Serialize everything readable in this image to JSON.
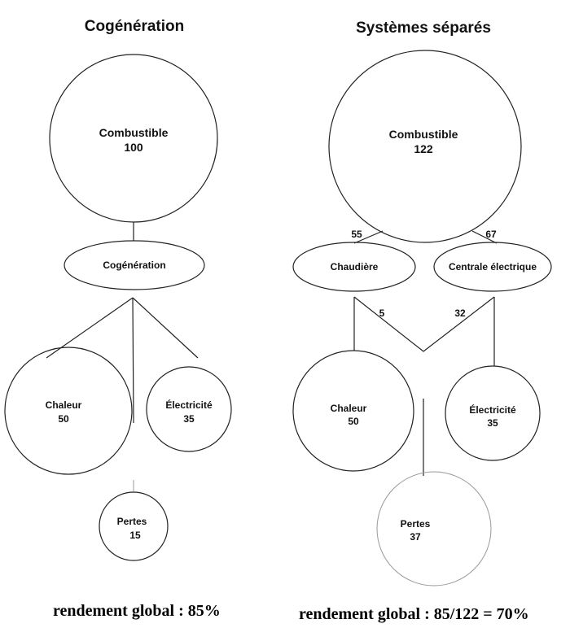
{
  "cogeneration": {
    "title": "Cogénération",
    "fuel": {
      "label": "Combustible",
      "value": "100"
    },
    "process": {
      "label": "Cogénération"
    },
    "heat": {
      "label": "Chaleur",
      "value": "50"
    },
    "electricity": {
      "label": "Électricité",
      "value": "35"
    },
    "losses": {
      "label": "Pertes",
      "value": "15"
    },
    "efficiency": "rendement global : 85%"
  },
  "separate": {
    "title": "Systèmes séparés",
    "fuel": {
      "label": "Combustible",
      "value": "122"
    },
    "flow_boiler": "55",
    "flow_plant": "67",
    "boiler": {
      "label": "Chaudière"
    },
    "plant": {
      "label": "Centrale électrique"
    },
    "loss_boiler": "5",
    "loss_plant": "32",
    "heat": {
      "label": "Chaleur",
      "value": "50"
    },
    "electricity": {
      "label": "Électricité",
      "value": "35"
    },
    "losses": {
      "label": "Pertes",
      "value": "37"
    },
    "efficiency": "rendement global : 85/122 = 70%"
  }
}
